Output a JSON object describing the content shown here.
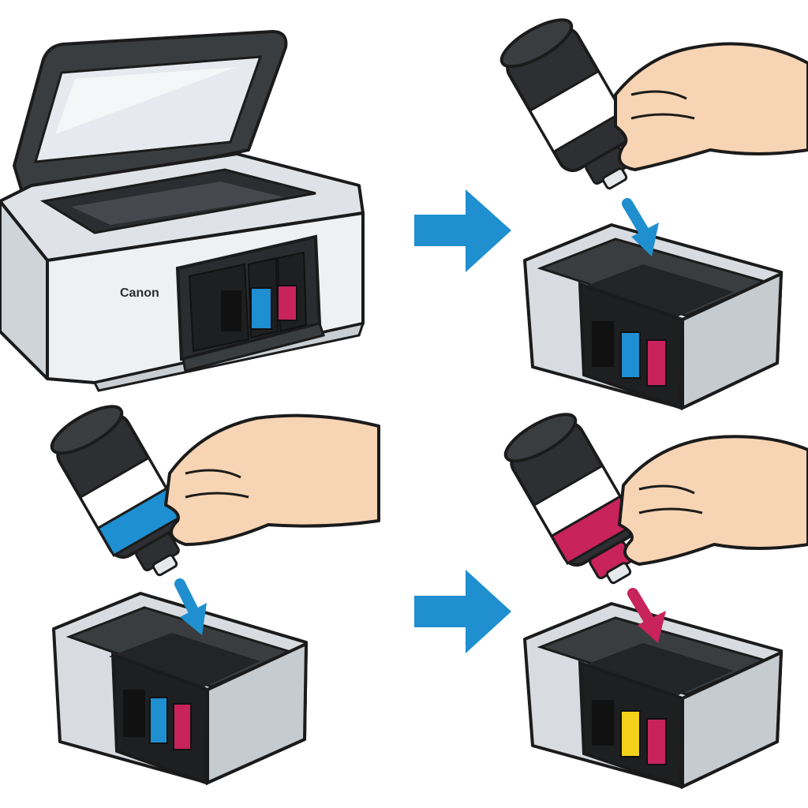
{
  "printer": {
    "brand_label": "Canon",
    "body_color": "#e9ecef",
    "lid_color": "#3a3d40"
  },
  "colors": {
    "arrow": "#1f8fcf",
    "tank_black": "#1e1f21",
    "cyan": "#1e8fd0",
    "magenta": "#c8235a",
    "yellow": "#f2d21b",
    "skin": "#f7d4b3",
    "outline": "#1b1b1b"
  },
  "steps": [
    {
      "ink": "black",
      "description_icon": "black-ink-bottle-icon"
    },
    {
      "ink": "cyan",
      "description_icon": "cyan-ink-bottle-icon"
    },
    {
      "ink": "magenta",
      "description_icon": "magenta-ink-bottle-icon"
    }
  ],
  "icons": {
    "step_arrow": "arrow-right-icon",
    "pour_arrow": "arrow-down-icon"
  }
}
